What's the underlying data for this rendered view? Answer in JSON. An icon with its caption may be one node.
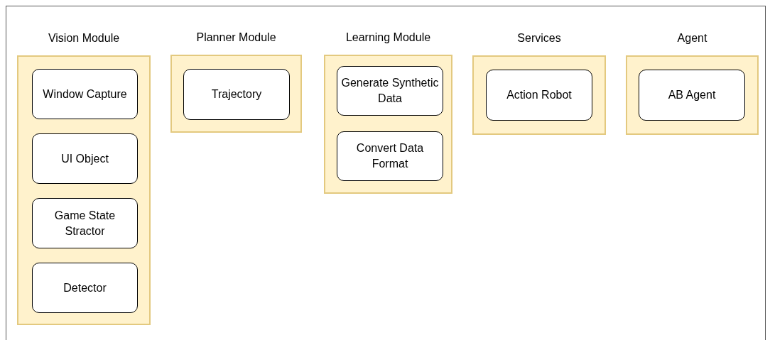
{
  "diagram": {
    "nodes": [
      {
        "text": [
          "Vision Module"
        ]
      },
      {
        "text": [
          "Window Capture"
        ],
        "in": 0
      },
      {
        "text": [
          "UI Object"
        ],
        "in": 0
      },
      {
        "text": [
          "Game State Stractor"
        ],
        "in": 0
      },
      {
        "text": [
          "Detector"
        ],
        "in": 0
      },
      {
        "text": [
          "Planner Module"
        ]
      },
      {
        "text": [
          "Trajectory"
        ],
        "in": 5
      },
      {
        "text": [
          "Learning Module"
        ]
      },
      {
        "text": [
          "Generate Synthetic Data"
        ],
        "in": 7
      },
      {
        "text": [
          "Convert Data Format"
        ],
        "in": 7
      },
      {
        "text": [
          "Services"
        ]
      },
      {
        "text": [
          "Action Robot"
        ],
        "in": 10
      },
      {
        "text": [
          "Agent"
        ]
      },
      {
        "text": [
          "AB Agent"
        ],
        "in": 12
      }
    ]
  }
}
